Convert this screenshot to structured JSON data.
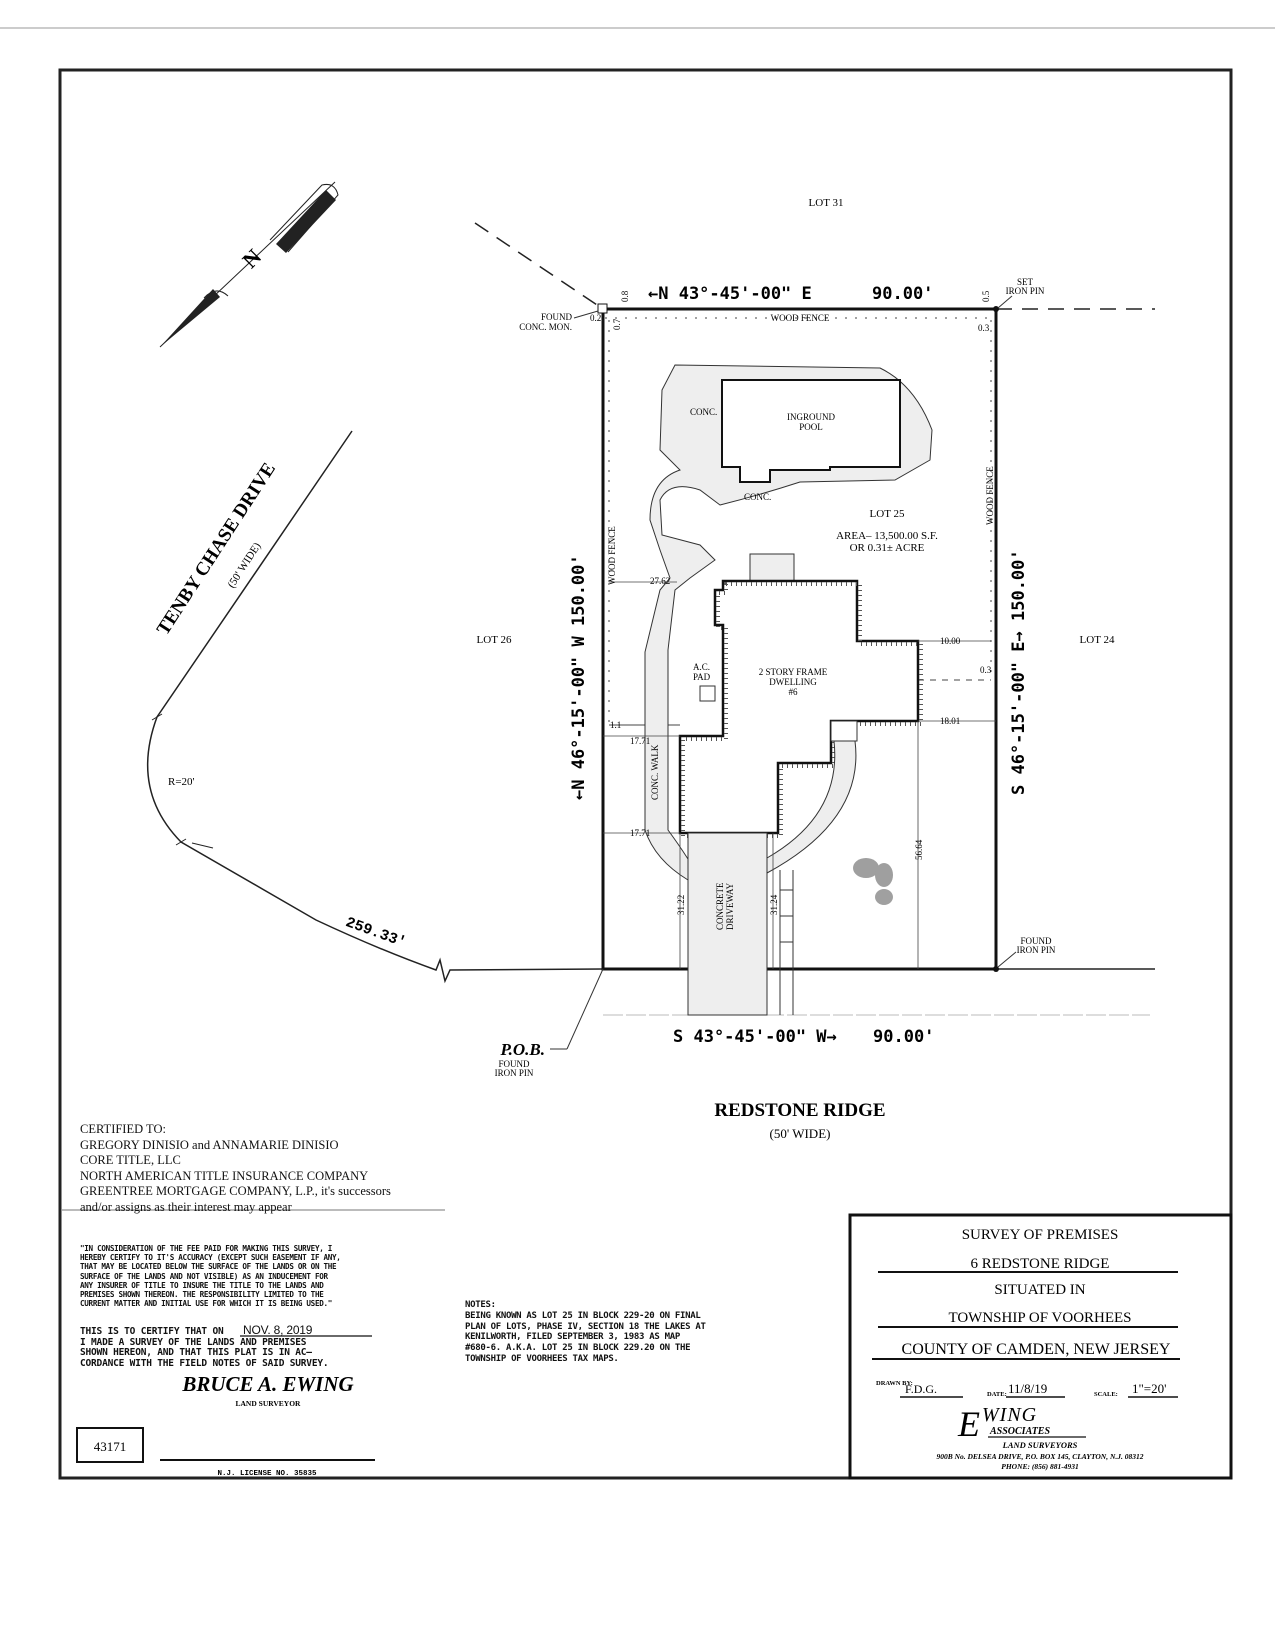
{
  "plan": {
    "lot_north": "LOT 31",
    "lot_west": "LOT 26",
    "lot_east": "LOT 24",
    "lot_subject": "LOT 25",
    "area_line1": "AREA– 13,500.00 S.F.",
    "area_line2": "OR 0.31± ACRE",
    "north_arrow_letter": "N",
    "bearing_north": "←N 43°-45'-00\" E",
    "distance_north": "90.00'",
    "bearing_south": "S 43°-45'-00\" W→",
    "distance_south": "90.00'",
    "bearing_west": "←N 46°-15'-00\" W   150.00'",
    "bearing_east": "S 46°-15'-00\" E→   150.00'",
    "wood_fence_top": "WOOD FENCE",
    "wood_fence_left": "WOOD FENCE",
    "wood_fence_right": "WOOD FENCE",
    "found_conc_mon_1": "FOUND",
    "found_conc_mon_2": "CONC. MON.",
    "set_iron_pin_1": "SET",
    "set_iron_pin_2": "IRON PIN",
    "found_iron_pin_1": "FOUND",
    "found_iron_pin_2": "IRON PIN",
    "pob": "P.O.B.",
    "pob_pin_1": "FOUND",
    "pob_pin_2": "IRON PIN",
    "offset_02": "0.2",
    "offset_07": "0.7",
    "offset_top_left": "0.8",
    "offset_05": "0.5",
    "offset_03_top": "0.3",
    "offset_03_side": "0.3",
    "pool_1": "INGROUND",
    "pool_2": "POOL",
    "conc_1": "CONC.",
    "conc_2": "CONC.",
    "dwelling_1": "2 STORY FRAME",
    "dwelling_2": "DWELLING",
    "dwelling_3": "#6",
    "ac_pad_1": "A.C.",
    "ac_pad_2": "PAD",
    "conc_walk": "CONC. WALK",
    "driveway_1": "CONCRETE",
    "driveway_2": "DRIVEWAY",
    "dim_2762": "27.62",
    "dim_1000": "10.00",
    "dim_1801": "18.01",
    "dim_1771_a": "17.71",
    "dim_1771_b": "17.71",
    "dim_11": "1.1",
    "dim_3122": "31.22",
    "dim_3124": "31.24",
    "dim_5664": "56.64",
    "street_west": "TENBY CHASE DRIVE",
    "street_west_width": "(50' WIDE)",
    "curve_radius": "R=20'",
    "curve_length": "259.33'",
    "street_south": "REDSTONE RIDGE",
    "street_south_width": "(50' WIDE)"
  },
  "certified": {
    "heading": "CERTIFIED TO:",
    "lines": [
      "GREGORY DINISIO and ANNAMARIE DINISIO",
      "CORE TITLE, LLC",
      "NORTH AMERICAN TITLE INSURANCE COMPANY",
      "GREENTREE MORTGAGE COMPANY, L.P., it's successors",
      "and/or assigns as their interest may appear"
    ]
  },
  "statement": [
    "\"IN CONSIDERATION OF THE FEE PAID FOR MAKING THIS SURVEY, I",
    "HEREBY CERTIFY TO IT'S ACCURACY (EXCEPT SUCH EASEMENT IF ANY,",
    "THAT MAY BE LOCATED BELOW THE SURFACE OF THE LANDS OR ON THE",
    "SURFACE OF THE LANDS AND NOT VISIBLE) AS AN INDUCEMENT FOR",
    "ANY INSURER OF TITLE TO INSURE THE TITLE TO THE LANDS AND",
    "PREMISES SHOWN THEREON.  THE RESPONSIBILITY LIMITED TO THE",
    "CURRENT MATTER AND INITIAL USE FOR WHICH IT IS BEING USED.\""
  ],
  "certify": {
    "line1_prefix": "THIS IS TO CERTIFY THAT ON",
    "date": "NOV. 8, 2019",
    "line2": "I MADE A SURVEY OF THE LANDS AND PREMISES",
    "line3": "SHOWN HEREON, AND THAT THIS PLAT IS IN AC–",
    "line4": "CORDANCE WITH THE FIELD NOTES OF SAID SURVEY."
  },
  "surveyor": {
    "name": "BRUCE A. EWING",
    "title": "LAND SURVEYOR",
    "seal_number": "43171",
    "license": "N.J. LICENSE NO. 35835"
  },
  "notes": {
    "heading": "NOTES:",
    "lines": [
      "BEING KNOWN AS LOT 25 IN BLOCK 229-20 ON FINAL",
      "PLAN OF LOTS, PHASE IV, SECTION 18 THE LAKES AT",
      "KENILWORTH, FILED SEPTEMBER 3, 1983 AS MAP",
      "#680-6. A.K.A. LOT 25 IN BLOCK 229.20 ON THE",
      "TOWNSHIP OF VOORHEES TAX MAPS."
    ]
  },
  "title_block": {
    "line1": "SURVEY OF PREMISES",
    "line2": "6 REDSTONE RIDGE",
    "line3": "SITUATED IN",
    "line4": "TOWNSHIP OF VOORHEES",
    "line5": "COUNTY OF CAMDEN, NEW JERSEY",
    "drawn_by_label": "DRAWN BY:",
    "drawn_by": "F.D.G.",
    "date_label": "DATE:",
    "date": "11/8/19",
    "scale_label": "SCALE:",
    "scale": "1\"=20'",
    "firm_initial": "E",
    "firm_name": "WING",
    "firm_sub": "ASSOCIATES",
    "firm_type": "LAND SURVEYORS",
    "firm_address": "900B No. DELSEA DRIVE, P.O. BOX 145, CLAYTON, N.J. 08312",
    "firm_phone": "PHONE: (856) 881-4931"
  }
}
